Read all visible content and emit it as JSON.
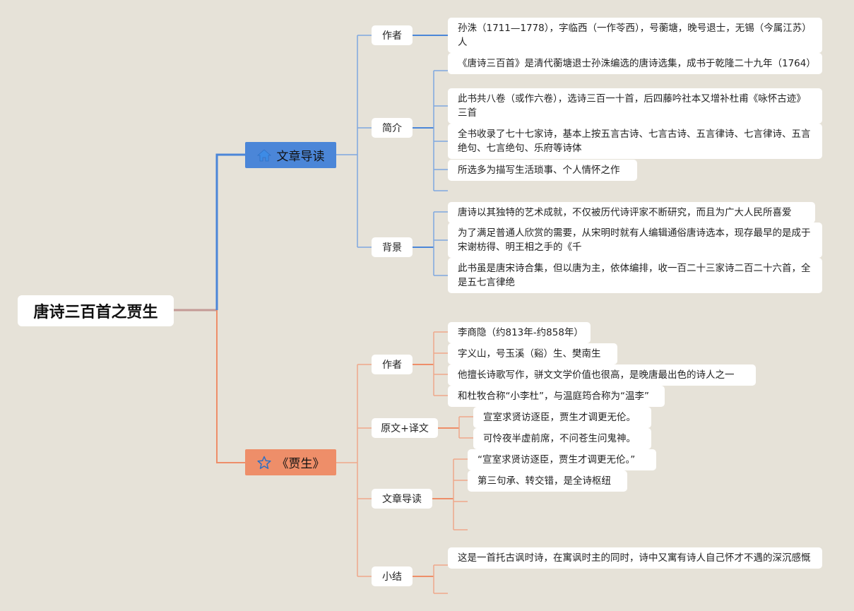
{
  "root": {
    "label": "唐诗三百首之贾生"
  },
  "branch1": {
    "label": "文章导读",
    "icon": "home-icon",
    "color": "#4b86d8",
    "subs": [
      {
        "label": "作者",
        "items": [
          "孙洙（1711—1778），字临西（一作苓西），号蘅塘，晚号退士，无锡（今属江苏）人"
        ]
      },
      {
        "label": "简介",
        "items": [
          "《唐诗三百首》是清代蘅塘退士孙洙编选的唐诗选集，成书于乾隆二十九年（1764）",
          "此书共八卷（或作六卷），选诗三百一十首，后四藤吟社本又增补杜甫《咏怀古迹》三首",
          "全书收录了七十七家诗，基本上按五言古诗、七言古诗、五言律诗、七言律诗、五言绝句、七言绝句、乐府等诗体",
          "所选多为描写生活琐事、个人情怀之作"
        ]
      },
      {
        "label": "背景",
        "items": [
          "唐诗以其独特的艺术成就，不仅被历代诗评家不断研究，而且为广大人民所喜爱",
          "为了满足普通人欣赏的需要，从宋明时就有人编辑通俗唐诗选本，现存最早的是成于宋谢枋得、明王相之手的《千",
          "此书虽是唐宋诗合集，但以唐为主，依体编排，收一百二十三家诗二百二十六首，全是五七言律绝"
        ]
      }
    ]
  },
  "branch2": {
    "label": "《贾生》",
    "icon": "star-icon",
    "color": "#ee8e69",
    "subs": [
      {
        "label": "作者",
        "items": [
          "李商隐（约813年-约858年）",
          "字义山，号玉溪（谿）生、樊南生",
          "他擅长诗歌写作，骈文文学价值也很高，是晚唐最出色的诗人之一",
          "和杜牧合称“小李杜”，与温庭筠合称为“温李”"
        ]
      },
      {
        "label": "原文+译文",
        "items": [
          "宣室求贤访逐臣，贾生才调更无伦。",
          "可怜夜半虚前席，不问苍生问鬼神。"
        ]
      },
      {
        "label": "文章导读",
        "items": [
          "“宣室求贤访逐臣，贾生才调更无伦。”",
          "第三句承、转交错，是全诗枢纽"
        ]
      },
      {
        "label": "小结",
        "items": [
          "这是一首托古讽时诗，在寓讽时主的同时，诗中又寓有诗人自己怀才不遇的深沉感慨"
        ]
      }
    ]
  }
}
